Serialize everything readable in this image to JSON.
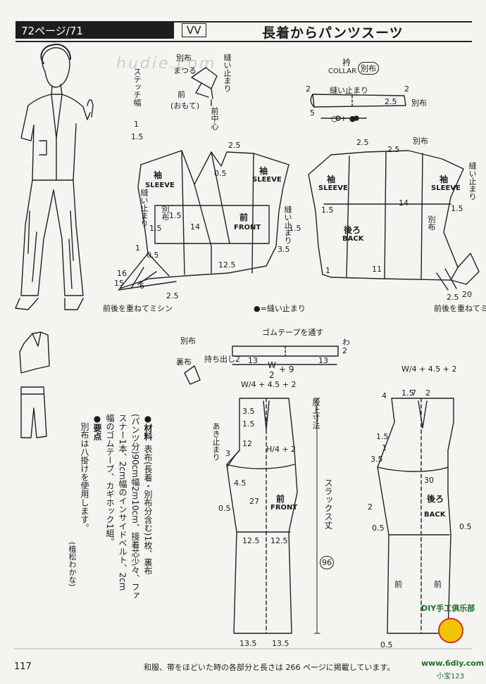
{
  "header": {
    "left_label": "72ページ/71",
    "code_box": "VV",
    "title": "長着からパンツスーツ"
  },
  "watermark": "hudie.com",
  "collar": {
    "title_jp": "衿",
    "title_en": "COLLAR",
    "note": "別布",
    "stop_mark": "縫い止まり",
    "bottom_marks": "○ + ●",
    "dims": [
      "2",
      "5",
      "2.5",
      "2"
    ]
  },
  "front_bodice": {
    "sleeve_jp": "袖",
    "sleeve_en": "SLEEVE",
    "front_jp": "前",
    "front_en": "FRONT",
    "note_separate": "別布",
    "note_stitch": "縫い止まり",
    "dims": [
      "2.5",
      "0.5",
      "1.5",
      "14",
      "1.5",
      "3.5",
      "12.5",
      "1",
      "0.5",
      "1.5",
      "16",
      "15",
      "6",
      "2.5"
    ],
    "seam_note": "前後を重ねてミシン"
  },
  "back_bodice": {
    "sleeve_jp": "袖",
    "sleeve_en": "SLEEVE",
    "back_jp": "後ろ",
    "back_en": "BACK",
    "note_separate": "別布",
    "note_stitch": "縫い止まり",
    "dims": [
      "2.5",
      "2.5",
      "1.5",
      "14",
      "1.5",
      "11",
      "1",
      "20",
      "2.5"
    ],
    "seam_note": "前後を重ねてミシン"
  },
  "detail": {
    "top_labels": [
      "別布",
      "まつる",
      "前",
      "(おもて)"
    ],
    "side_label": "ステッチ幅",
    "side_value": "1",
    "side_value2": "1.5",
    "right_labels": [
      "縫い止まり",
      "前中心"
    ]
  },
  "legend_note": "●=縫い止まり",
  "band": {
    "top_label": "ゴムテープを通す",
    "dims": [
      "13",
      "13",
      "2"
    ],
    "formula_w": "W",
    "formula_div": "2",
    "formula_add": "+ 9",
    "fold_label": "わ",
    "side_label": "別布",
    "piece_label": "持ち出し2",
    "lining_label": "裏布"
  },
  "front_pants": {
    "formula": "W/4 + 4.5 + 2",
    "hip_formula": "H/4 + 2",
    "front_jp": "前",
    "front_en": "FRONT",
    "opening": "あき止まり",
    "dims": [
      "3.5",
      "1.5",
      "12",
      "3",
      "4.5",
      "27",
      "0.5",
      "12.5",
      "12.5",
      "13.5",
      "13.5"
    ]
  },
  "back_pants": {
    "formula": "W/4 + 4.5 + 2",
    "back_jp": "後ろ",
    "back_en": "BACK",
    "dims": [
      "4",
      "1.5",
      "7",
      "2",
      "1.5",
      "1",
      "3.5",
      "30",
      "2",
      "0.5",
      "0.5",
      "0.5"
    ],
    "hem_labels": [
      "前",
      "前"
    ]
  },
  "center_vertical": {
    "crotch_label": "股上寸法",
    "slacks_label": "スラックス丈",
    "slacks_value": "96"
  },
  "materials": {
    "heading1": "●材料",
    "line1": "表布(長着・別布分含む)1枚、裏布",
    "line2": "(パンツ分)90cm幅2m10cm、接着芯少々、ファ",
    "line3": "スナー1本、2cm幅のインサイドベルト、2cm",
    "line4": "幅のゴムテープ、カギホック1組。",
    "heading2": "●要点",
    "line5": "別布は八掛けを使用します。",
    "credit": "(植松わかな)"
  },
  "footer": {
    "page_number": "117",
    "caption": "和服、帯をほどいた時の各部分と長さは 266 ページに掲載しています。",
    "logo_top": "DIY手工俱乐部",
    "logo_url": "www.6diy.com",
    "logo_sub": "小宝123"
  }
}
